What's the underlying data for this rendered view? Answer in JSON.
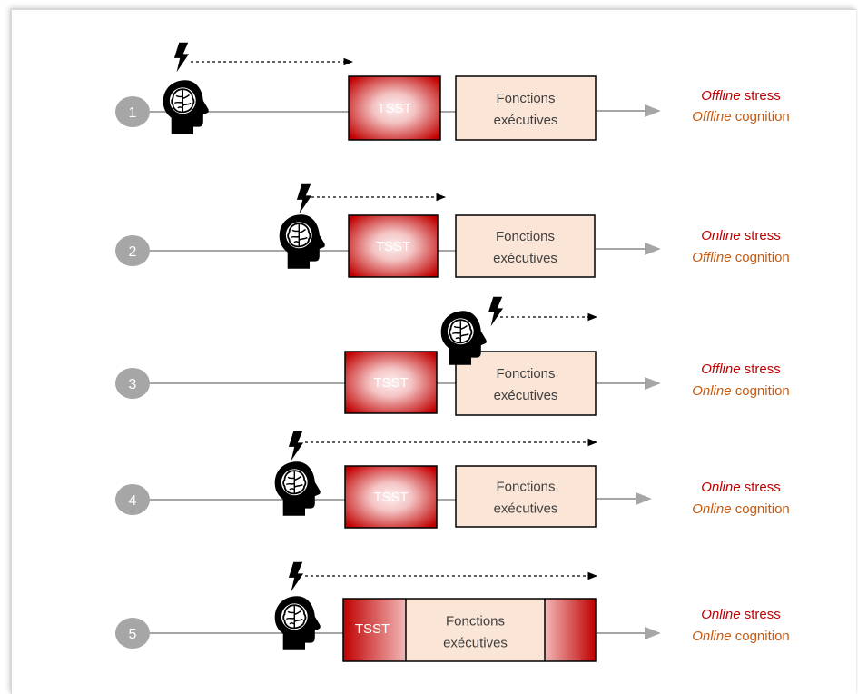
{
  "colors": {
    "stress": "#c00000",
    "cognition": "#c55a11",
    "circle": "#a6a6a6",
    "line": "#a6a6a6",
    "ef_fill": "#fbe5d6",
    "tsst_dark": "#c00000",
    "tsst_light": "#fbe5e5"
  },
  "icons": {
    "head": "brain-head-icon",
    "bolt": "lightning-bolt-icon",
    "arrow": "dashed-arrow-icon"
  },
  "rows": [
    {
      "number": "1",
      "tsst": "TSST",
      "ef_line1": "Fonctions",
      "ef_line2": "exécutives",
      "stress_mode": "Offline",
      "stress_word": "stress",
      "cognition_mode": "Offline",
      "cognition_word": "cognition"
    },
    {
      "number": "2",
      "tsst": "TSST",
      "ef_line1": "Fonctions",
      "ef_line2": "exécutives",
      "stress_mode": "Online",
      "stress_word": "stress",
      "cognition_mode": "Offline",
      "cognition_word": "cognition"
    },
    {
      "number": "3",
      "tsst": "TSST",
      "ef_line1": "Fonctions",
      "ef_line2": "exécutives",
      "stress_mode": "Offline",
      "stress_word": "stress",
      "cognition_mode": "Online",
      "cognition_word": "cognition"
    },
    {
      "number": "4",
      "tsst": "TSST",
      "ef_line1": "Fonctions",
      "ef_line2": "exécutives",
      "stress_mode": "Online",
      "stress_word": "stress",
      "cognition_mode": "Online",
      "cognition_word": "cognition"
    },
    {
      "number": "5",
      "tsst": "TSST",
      "ef_line1": "Fonctions",
      "ef_line2": "exécutives",
      "stress_mode": "Online",
      "stress_word": "stress",
      "cognition_mode": "Online",
      "cognition_word": "cognition"
    }
  ]
}
